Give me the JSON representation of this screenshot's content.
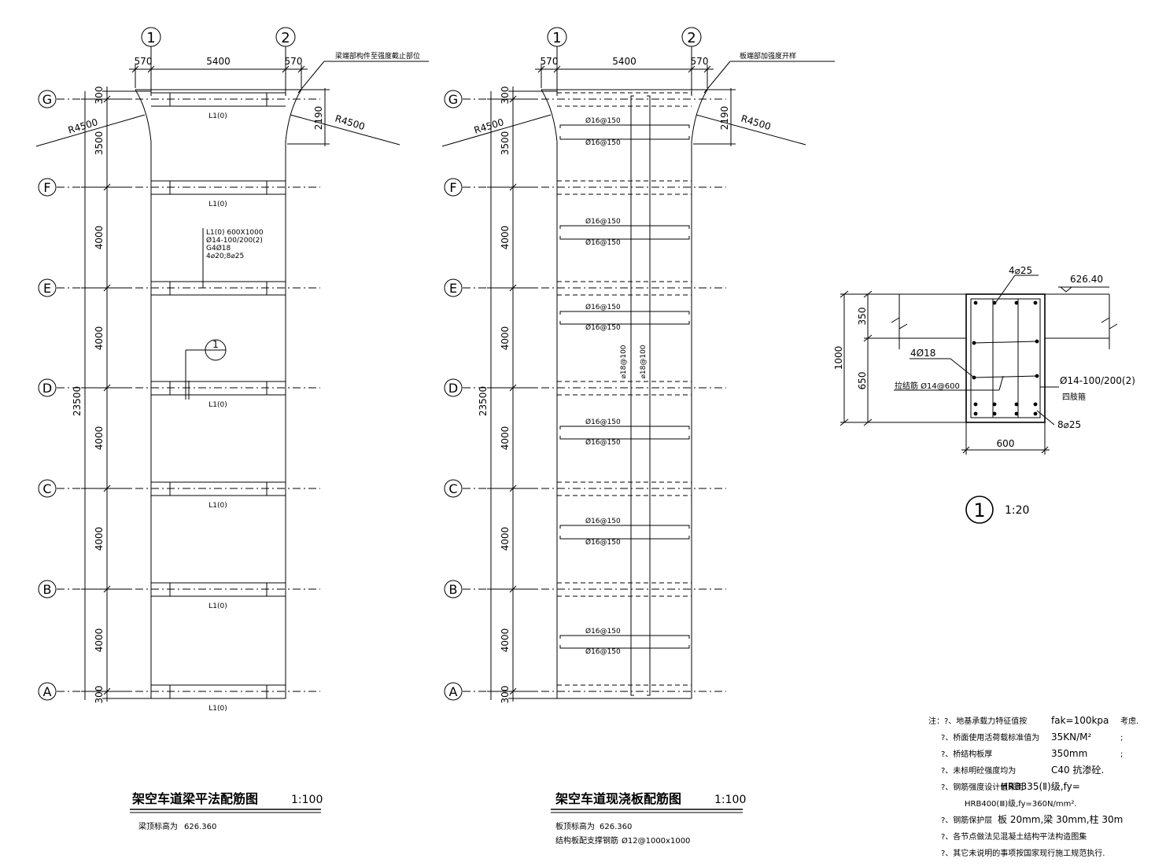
{
  "axes": {
    "cols": [
      "1",
      "2"
    ],
    "rows": [
      "G",
      "F",
      "E",
      "D",
      "C",
      "B",
      "A"
    ]
  },
  "dims": {
    "top": [
      "570",
      "5400",
      "570"
    ],
    "rows": [
      "300",
      "3500",
      "4000",
      "4000",
      "4000",
      "4000",
      "4000",
      "300"
    ],
    "total": "23500",
    "side": "2190",
    "radius": "R4500"
  },
  "plan1": {
    "title": "架空车道梁平法配筋图",
    "scale": "1:100",
    "beam_label": "L1(0)",
    "callout": [
      "L1(0) 600X1000",
      "Ø14-100/200(2)",
      "G4Ø18",
      "4⌀20;8⌀25"
    ],
    "note_top": "梁端部构件至强度截止部位",
    "section_mark": "1",
    "elev_note_label": "梁顶标高为",
    "elev_note_value": "626.360"
  },
  "plan2": {
    "title": "架空车道现浇板配筋图",
    "scale": "1:100",
    "bar": "Ø16@150",
    "vbar": "⌀18@100",
    "note_top": "板端部加强度开样",
    "elev_note_label": "板顶标高为",
    "elev_note_value": "626.360",
    "support_label": "结构板配支撑钢筋",
    "support_value": "Ø12@1000x1000"
  },
  "section": {
    "top_bars": "4⌀25",
    "elev": "626.40",
    "dim_350": "350",
    "dim_650": "650",
    "dim_1000": "1000",
    "side_bars": "4Ø18",
    "tie": "拉结筋  Ø14@600",
    "stirrup": "Ø14-100/200(2)",
    "stirrup_type": "四肢箍",
    "bottom_bars": "8⌀25",
    "width": "600",
    "mark": "1",
    "scale": "1:20"
  },
  "notes": [
    {
      "text": "注：?、地基承载力特征值按",
      "extra": "fak=100kpa",
      "extra2": "考虑."
    },
    {
      "text": "?、桥面使用活荷载标准值为",
      "extra": "35KN/M²",
      "extra2": ";"
    },
    {
      "text": "?、桥结构板厚",
      "extra": "350mm",
      "extra2": ";"
    },
    {
      "text": "?、未标明砼强度均为",
      "extra": "C40 抗渗砼.",
      "extra2": ""
    },
    {
      "text": "?、钢筋强度设计值采用",
      "extra": "HRB335(Ⅱ)级,fy=",
      "extra2": ""
    },
    {
      "text": "HRB400(Ⅲ)级,fy=360N/mm².",
      "extra": "",
      "extra2": ""
    },
    {
      "text": "?、钢筋保护层",
      "extra": "板 20mm,梁 30mm,柱 30m",
      "extra2": ""
    },
    {
      "text": "?、各节点做法见混凝土结构平法构造图集",
      "extra": "",
      "extra2": ""
    },
    {
      "text": "?、其它未说明的事项按国家现行施工规范执行.",
      "extra": "",
      "extra2": ""
    }
  ]
}
